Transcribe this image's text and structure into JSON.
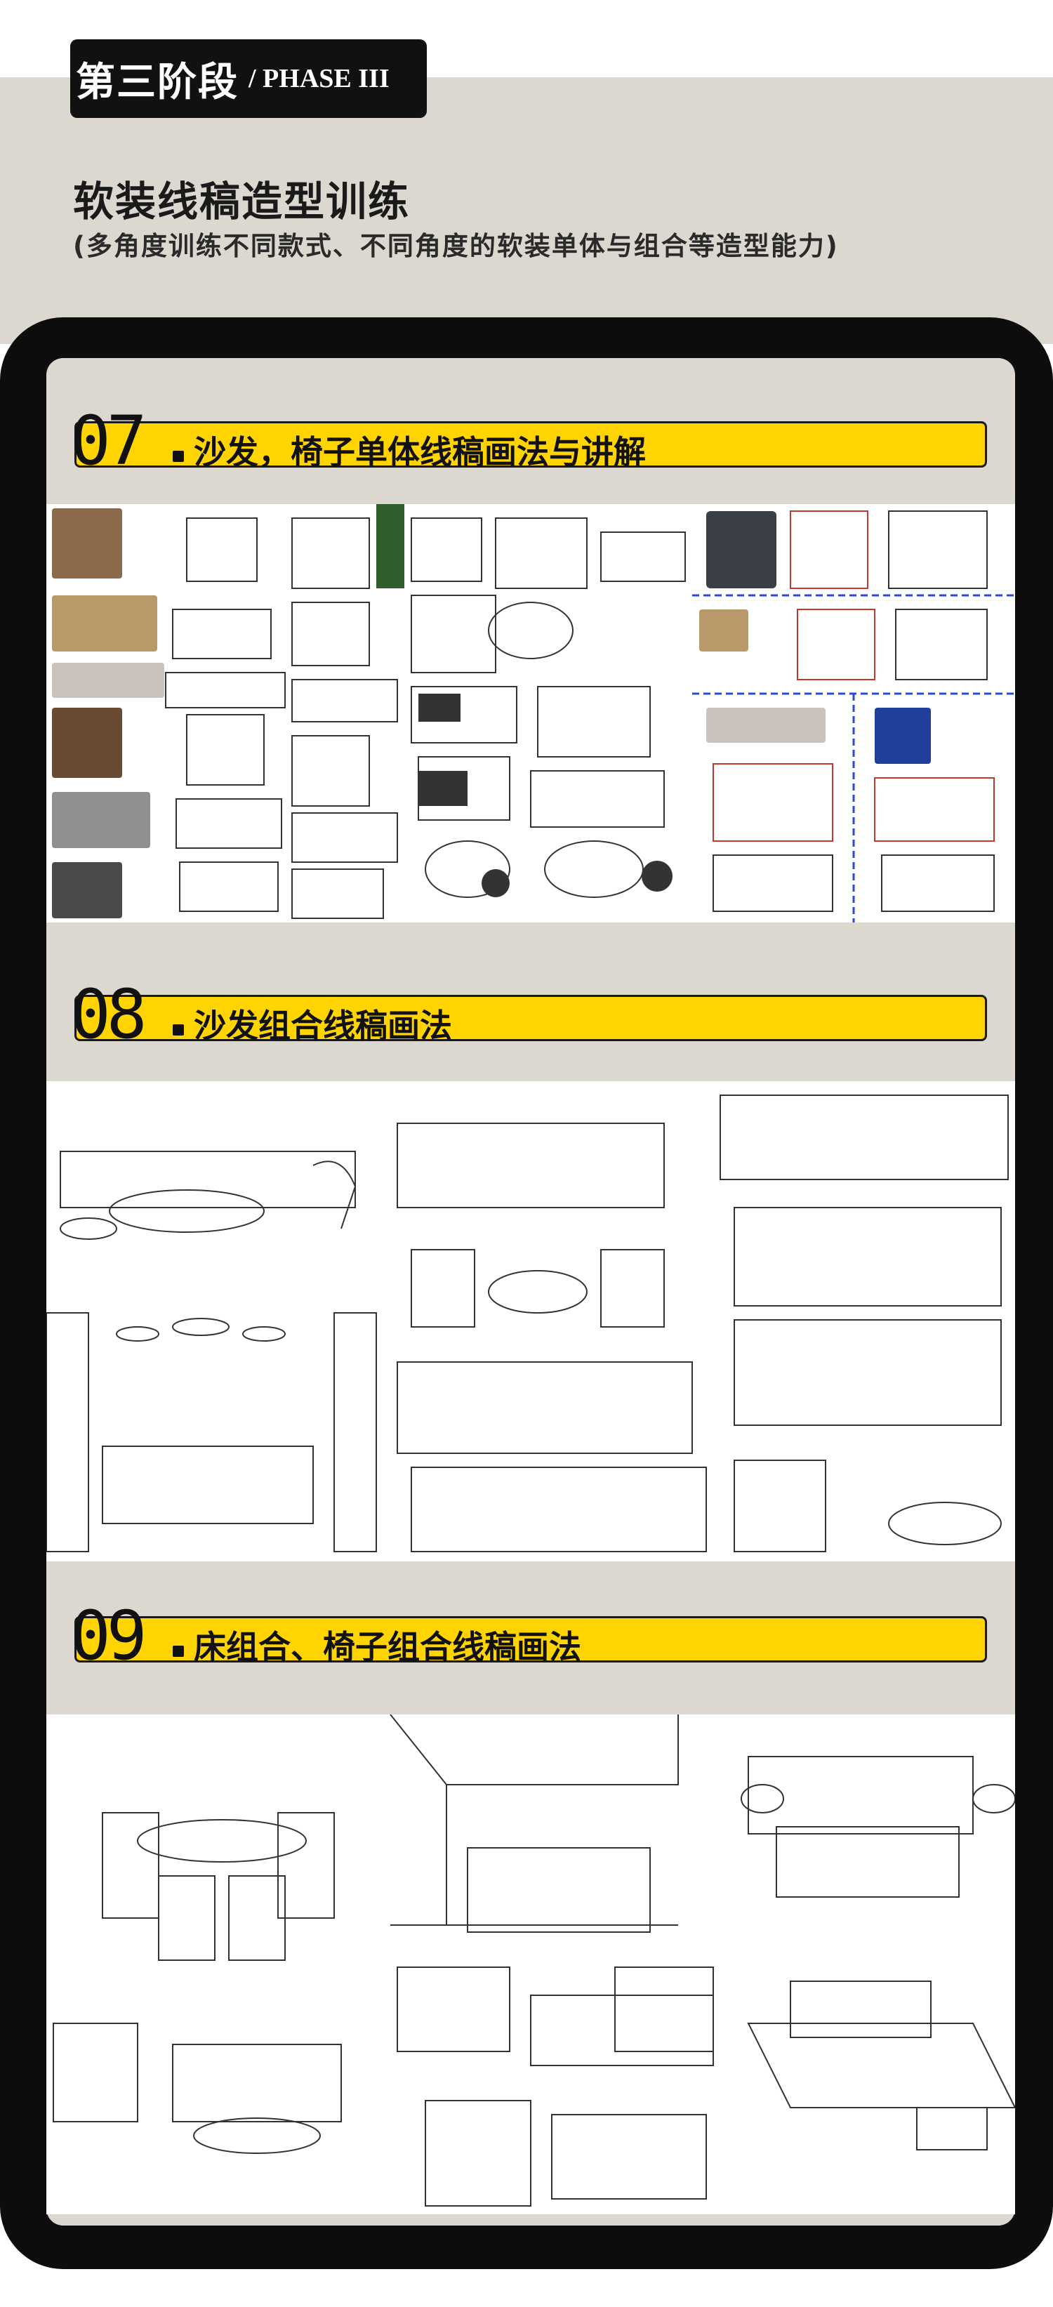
{
  "header": {
    "phase_cn": "第三阶段",
    "phase_en": "/ PHASE III",
    "title": "软装线稿造型训练",
    "subtitle": "(多角度训练不同款式、不同角度的软装单体与组合等造型能力)"
  },
  "sections": [
    {
      "number": "07",
      "title": "沙发，椅子单体线稿画法与讲解"
    },
    {
      "number": "08",
      "title": "沙发组合线稿画法"
    },
    {
      "number": "09",
      "title": "床组合、椅子组合线稿画法"
    }
  ],
  "colors": {
    "accent_yellow": "#ffd400",
    "frame_black": "#0d0d0d",
    "beige": "#dcd8cf"
  }
}
